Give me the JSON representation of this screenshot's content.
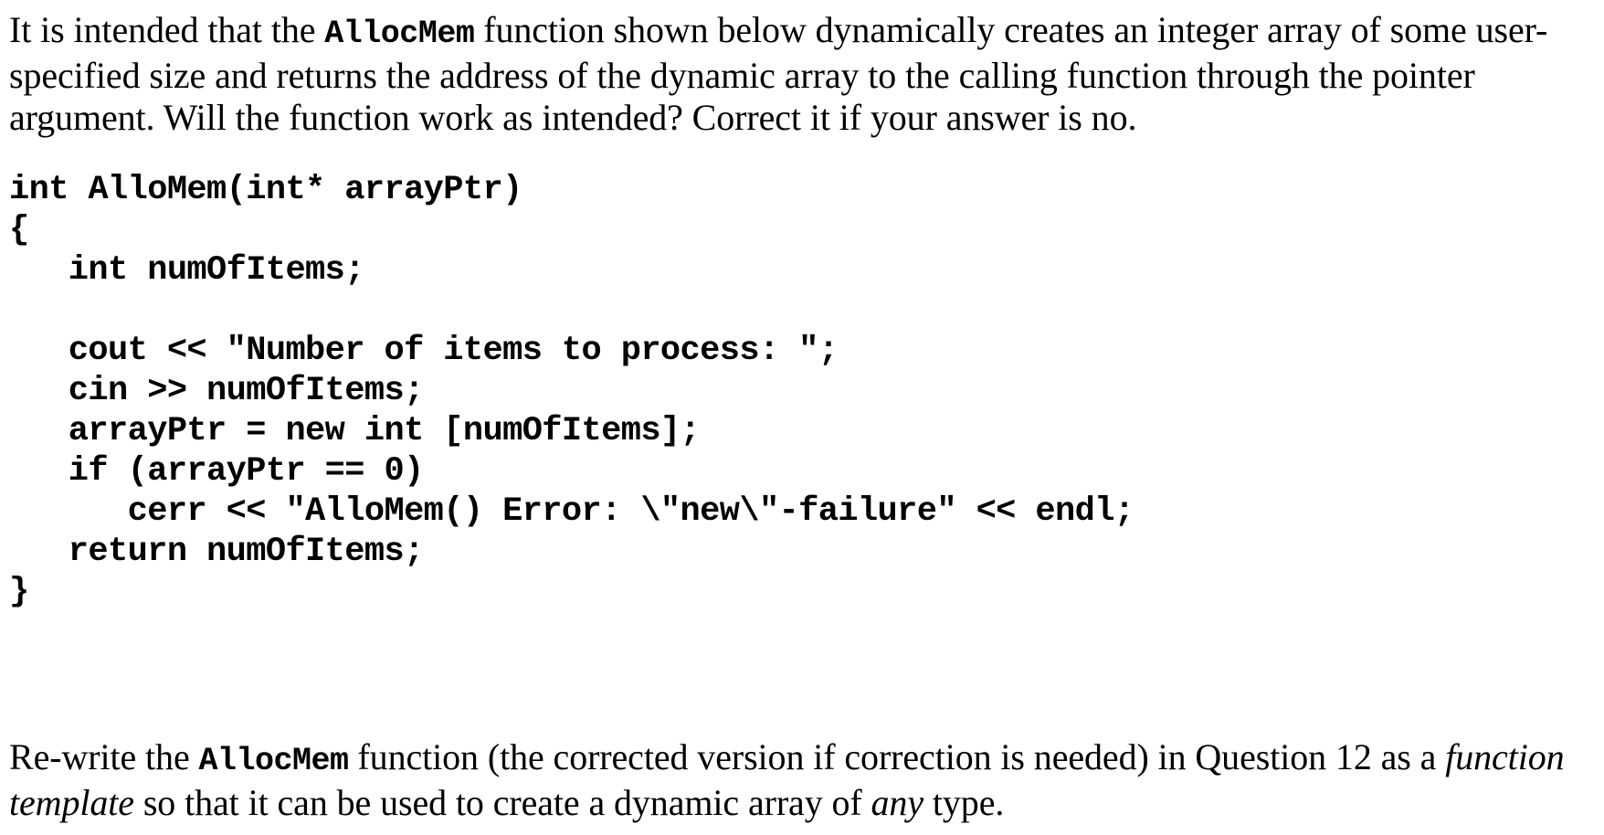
{
  "document": {
    "intro": {
      "segments": [
        {
          "text": "It is intended that the ",
          "style": "normal"
        },
        {
          "text": "AllocMem",
          "style": "mono"
        },
        {
          "text": " function shown below dynamically creates an integer array of some user-specified size and returns the address of the dynamic array to the calling function through the pointer argument. Will the function work as intended? Correct it if your answer is no.",
          "style": "normal"
        }
      ],
      "full_text": "It is intended that the AllocMem function shown below dynamically creates an integer array of some user-specified size and returns the address of the dynamic array to the calling function through the pointer argument. Will the function work as intended? Correct it if your answer is no."
    },
    "code": {
      "language": "cpp",
      "lines": [
        "int AlloMem(int* arrayPtr)",
        "{",
        "   int numOfItems;",
        "",
        "   cout << \"Number of items to process: \";",
        "   cin >> numOfItems;",
        "   arrayPtr = new int [numOfItems];",
        "   if (arrayPtr == 0)",
        "      cerr << \"AlloMem() Error: \\\"new\\\"-failure\" << endl;",
        "   return numOfItems;",
        "}"
      ]
    },
    "closing": {
      "segments": [
        {
          "text": "Re-write the ",
          "style": "normal"
        },
        {
          "text": "AllocMem",
          "style": "mono"
        },
        {
          "text": " function (the corrected version if correction is needed) in Question 12 as a ",
          "style": "normal"
        },
        {
          "text": "function template",
          "style": "italic"
        },
        {
          "text": " so that it can be used to create a dynamic array of ",
          "style": "normal"
        },
        {
          "text": "any",
          "style": "italic"
        },
        {
          "text": " type.",
          "style": "normal"
        }
      ],
      "full_text": "Re-write the AllocMem function (the corrected version if correction is needed) in Question 12 as a function template so that it can be used to create a dynamic array of any type."
    }
  },
  "colors": {
    "background": "#ffffff",
    "text": "#000000"
  }
}
